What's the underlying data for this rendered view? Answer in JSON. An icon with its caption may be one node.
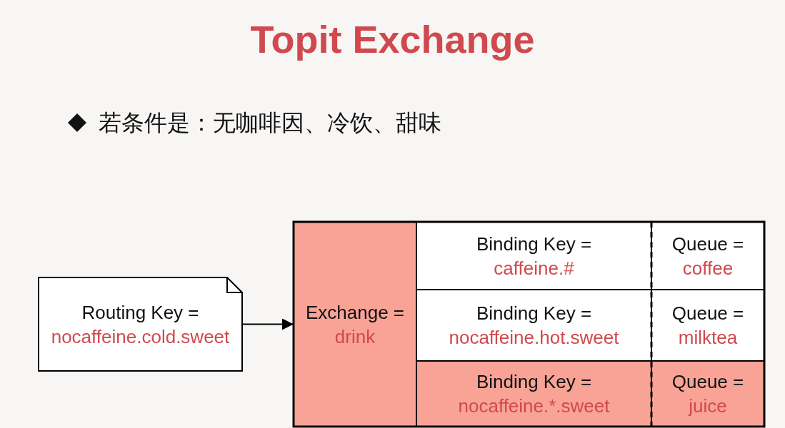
{
  "diagram": {
    "title": "Topit Exchange",
    "nodes": [
      {
        "text": [
          "Routing Key =",
          "nocaffeine.cold.sweet"
        ]
      },
      {
        "text": [
          "Exchange =",
          "drink"
        ]
      },
      {
        "text": [
          "Binding Key =",
          "caffeine.#"
        ]
      },
      {
        "text": [
          "Queue =",
          "coffee"
        ]
      },
      {
        "text": [
          "Binding Key =",
          "nocaffeine.hot.sweet"
        ]
      },
      {
        "text": [
          "Queue =",
          "milktea"
        ]
      },
      {
        "text": [
          "Binding Key =",
          "nocaffeine.*.sweet"
        ]
      },
      {
        "text": [
          "Queue =",
          "juice"
        ]
      }
    ],
    "edges": [
      {
        "from": 0,
        "to": 1,
        "arrow": "to"
      }
    ],
    "labels": [
      "若条件是：无咖啡因、冷饮、甜味"
    ]
  }
}
